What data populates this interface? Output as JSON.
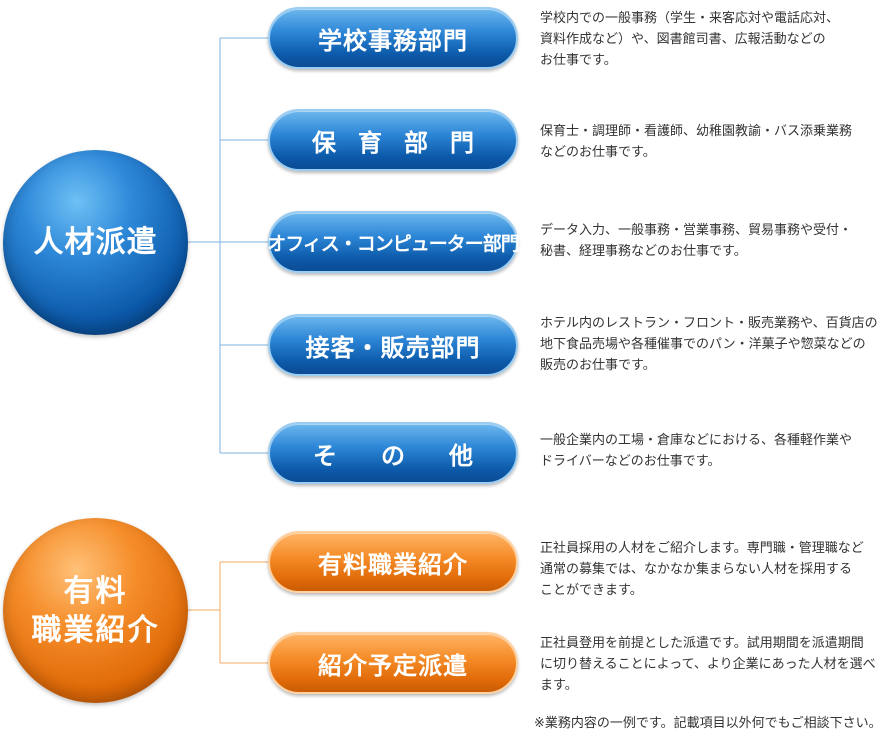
{
  "dispatch": {
    "title": "人材派遣",
    "color": "#0b58a8",
    "departments": [
      {
        "label": "学校事務部門",
        "desc": "学校内での一般事務（学生・来客応対や電話応対、\n資料作成など）や、図書館司書、広報活動などの\nお仕事です。"
      },
      {
        "label": "保育部門",
        "desc": "保育士・調理師・看護師、幼稚園教諭・バス添乗業務\nなどのお仕事です。"
      },
      {
        "label": "オフィス・コンピューター部門",
        "desc": "データ入力、一般事務・営業事務、貿易事務や受付・\n秘書、経理事務などのお仕事です。"
      },
      {
        "label": "接客・販売部門",
        "desc": "ホテル内のレストラン・フロント・販売業務や、百貨店の\n地下食品売場や各種催事でのパン・洋菓子や惣菜などの\n販売のお仕事です。"
      },
      {
        "label": "その他",
        "desc": "一般企業内の工場・倉庫などにおける、各種軽作業や\nドライバーなどのお仕事です。"
      }
    ]
  },
  "placement": {
    "title": "有料\n職業紹介",
    "color": "#e06a08",
    "services": [
      {
        "label": "有料職業紹介",
        "desc": "正社員採用の人材をご紹介します。専門職・管理職など\n通常の募集では、なかなか集まらない人材を採用する\nことができます。"
      },
      {
        "label": "紹介予定派遣",
        "desc": "正社員登用を前提とした派遣です。試用期間を派遣期間\nに切り替えることによって、より企業にあった人材を選べ\nます。"
      }
    ]
  },
  "footnote": "※業務内容の一例です。記載項目以外何でもご相談下さい。"
}
